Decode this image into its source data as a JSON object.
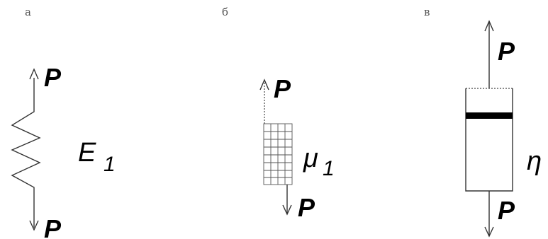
{
  "panels": [
    {
      "label": "а",
      "element": "spring",
      "parameter": "E",
      "parameter_sub": "1",
      "force_top": "P",
      "force_bottom": "P"
    },
    {
      "label": "б",
      "element": "friction-element",
      "parameter": "μ",
      "parameter_sub": "1",
      "force_top": "P",
      "force_bottom": "P"
    },
    {
      "label": "в",
      "element": "dashpot",
      "parameter": "η",
      "force_top": "P",
      "force_bottom": "P"
    }
  ]
}
